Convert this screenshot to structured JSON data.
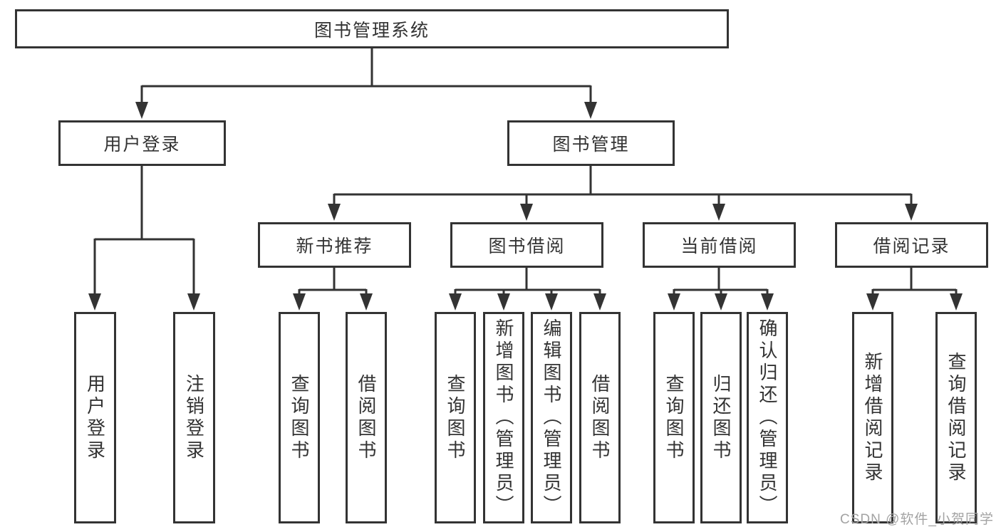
{
  "diagram": {
    "root": {
      "label": "图书管理系统"
    },
    "level2": [
      {
        "label": "用户登录"
      },
      {
        "label": "图书管理"
      }
    ],
    "level3": [
      {
        "label": "新书推荐"
      },
      {
        "label": "图书借阅"
      },
      {
        "label": "当前借阅"
      },
      {
        "label": "借阅记录"
      }
    ],
    "leaves": {
      "user_login": [
        "用户登录",
        "注销登录"
      ],
      "new_book": [
        "查询图书",
        "借阅图书"
      ],
      "book_borrow": [
        "查询图书",
        "新增图书（管理员）",
        "编辑图书（管理员）",
        "借阅图书"
      ],
      "current_borrow": [
        "查询图书",
        "归还图书",
        "确认归还（管理员）"
      ],
      "borrow_record": [
        "新增借阅记录",
        "查询借阅记录"
      ]
    }
  },
  "watermark": {
    "text": "CSDN @软件_小贺同学"
  },
  "colors": {
    "line": "#333333",
    "text": "#333333",
    "watermark": "#a3a3a3",
    "background": "#ffffff"
  }
}
